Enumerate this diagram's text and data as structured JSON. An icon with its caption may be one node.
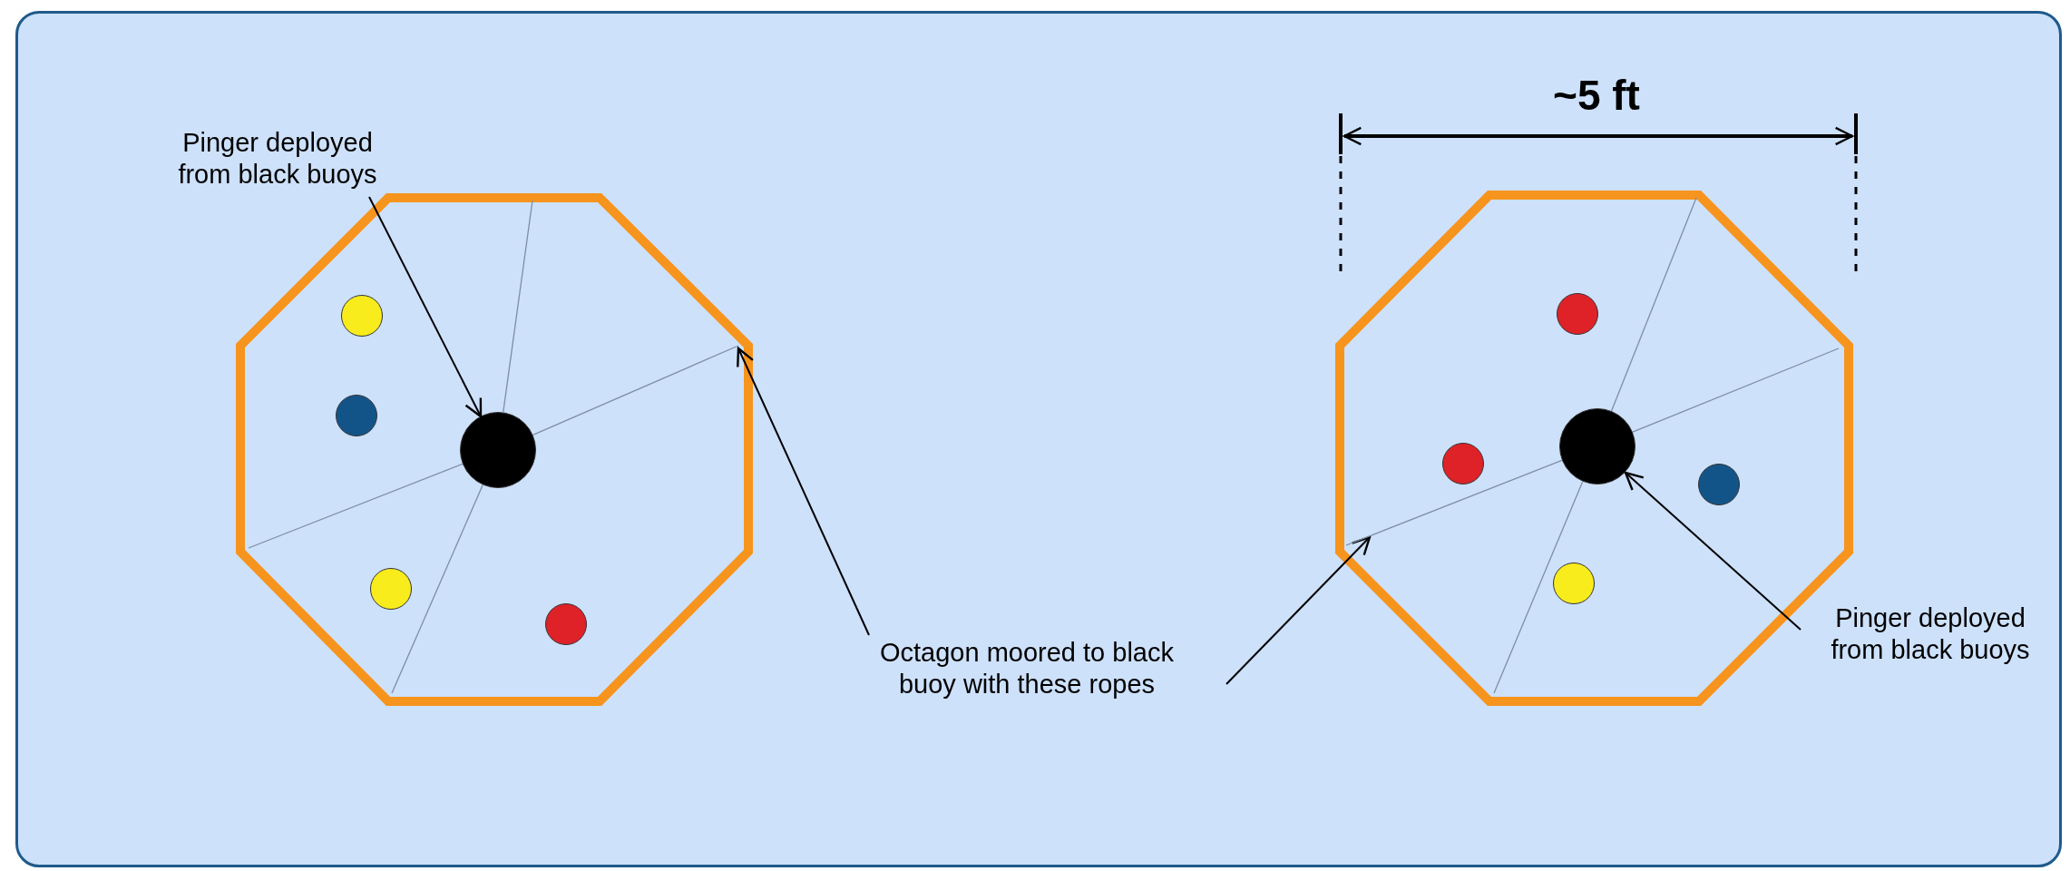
{
  "diagram": {
    "nodes": [
      {
        "text": [
          "Pinger deployed from black buoys"
        ]
      },
      {
        "text": [],
        "shape": "octagon"
      },
      {
        "text": [],
        "shape": "circle",
        "in": 1
      },
      {
        "text": [],
        "shape": "circle",
        "in": 1
      },
      {
        "text": [],
        "shape": "circle",
        "in": 1
      },
      {
        "text": [],
        "shape": "circle",
        "in": 1
      },
      {
        "text": [],
        "shape": "circle",
        "in": 1
      },
      {
        "text": [],
        "shape": "octagon"
      },
      {
        "text": [],
        "shape": "circle",
        "in": 7
      },
      {
        "text": [],
        "shape": "circle",
        "in": 7
      },
      {
        "text": [],
        "shape": "circle",
        "in": 7
      },
      {
        "text": [],
        "shape": "circle",
        "in": 7
      },
      {
        "text": [],
        "shape": "circle",
        "in": 7
      },
      {
        "text": [
          "Octagon moored to black buoy with these ropes"
        ]
      },
      {
        "text": [
          "Pinger deployed from black buoys"
        ]
      }
    ],
    "edges": [
      {
        "from": 0,
        "to": 4,
        "arrow": "to",
        "color": "#000000"
      },
      {
        "from": 13,
        "to": 1,
        "arrow": "to",
        "color": "#000000"
      },
      {
        "from": 13,
        "to": 7,
        "arrow": "to",
        "color": "#000000"
      },
      {
        "from": 14,
        "to": 10,
        "arrow": "to",
        "color": "#000000"
      },
      {
        "from": 1,
        "to": 4,
        "arrow": "none"
      },
      {
        "from": 1,
        "to": 4,
        "arrow": "none"
      },
      {
        "from": 1,
        "to": 4,
        "arrow": "none"
      },
      {
        "from": 1,
        "to": 4,
        "arrow": "none"
      },
      {
        "from": 7,
        "to": 10,
        "arrow": "none"
      },
      {
        "from": 7,
        "to": 10,
        "arrow": "none"
      },
      {
        "from": 7,
        "to": 10,
        "arrow": "none"
      },
      {
        "from": 7,
        "to": 10,
        "arrow": "none"
      }
    ],
    "labels": [
      "~5 ft"
    ]
  }
}
